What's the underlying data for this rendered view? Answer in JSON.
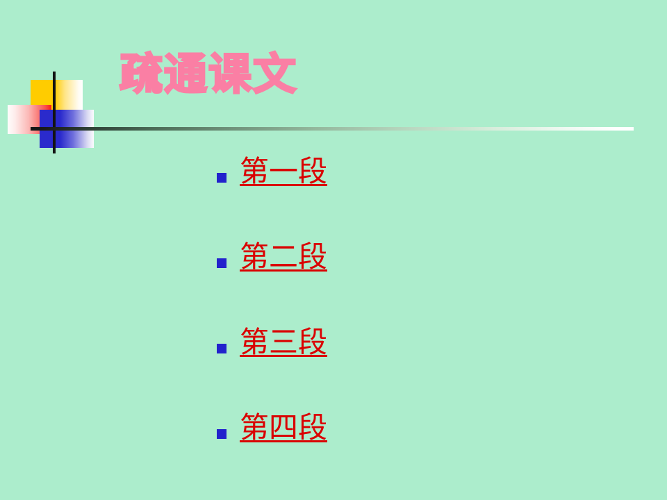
{
  "slide": {
    "background_color": "#ACEDCC",
    "title": "疏通课文",
    "title_color": "#FA7FA4"
  },
  "decoration": {
    "name": "corner-blocks-graphic",
    "yellow_block_color": "#FFCC00",
    "red_block_color": "#FA1A12",
    "blue_block_color": "#2A2ACC",
    "rule_color": "#131313"
  },
  "bullets": {
    "marker_color": "#2222CC",
    "text_color": "#DA0000",
    "items": [
      {
        "label": "第一段"
      },
      {
        "label": "第二段"
      },
      {
        "label": "第三段"
      },
      {
        "label": "第四段"
      }
    ]
  }
}
